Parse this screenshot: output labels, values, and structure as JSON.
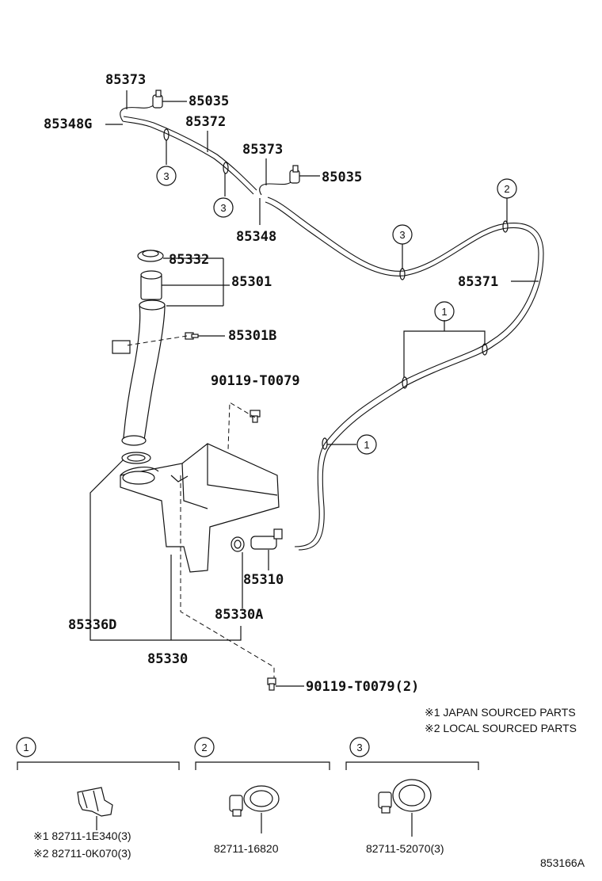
{
  "labels": {
    "p85373_top": "85373",
    "p85035_top": "85035",
    "p85348G": "85348G",
    "p85372": "85372",
    "p85373_mid": "85373",
    "p85035_mid": "85035",
    "p85348": "85348",
    "p85332": "85332",
    "p85301": "85301",
    "p85371": "85371",
    "p85301B": "85301B",
    "p90119_top": "90119-T0079",
    "p85310": "85310",
    "p85330A": "85330A",
    "p85336D": "85336D",
    "p85330": "85330",
    "p90119_bot": "90119-T0079(2)"
  },
  "callouts": {
    "c1": "1",
    "c2": "2",
    "c3": "3"
  },
  "notes": {
    "japan": "※1 JAPAN SOURCED PARTS",
    "local": "※2 LOCAL SOURCED PARTS"
  },
  "legend": {
    "clip1_part_a": "※1 82711-1E340(3)",
    "clip1_part_b": "※2 82711-0K070(3)",
    "clip2_part": "82711-16820",
    "clip3_part": "82711-52070(3)"
  },
  "diagram_ref": "853166A"
}
